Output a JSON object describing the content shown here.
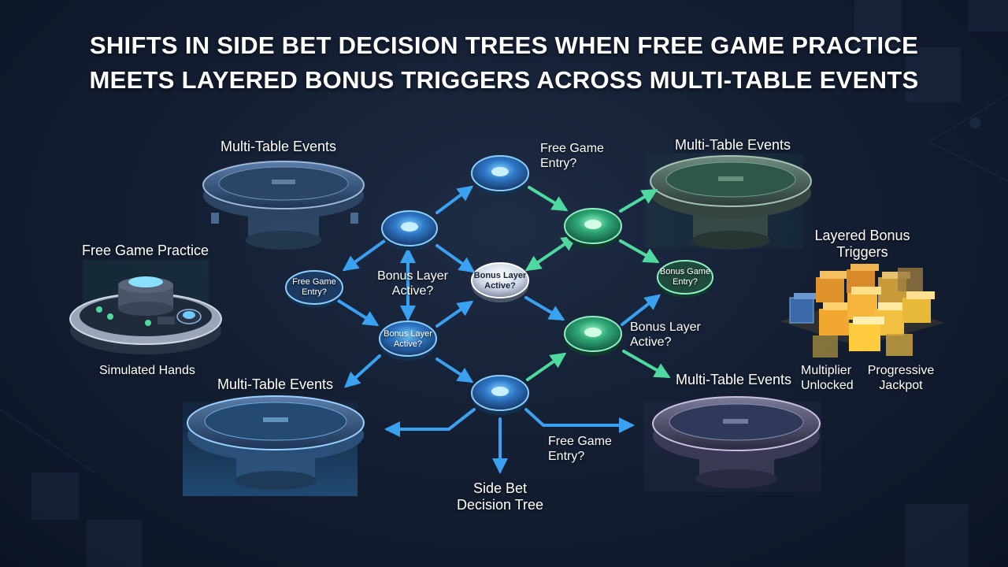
{
  "title": {
    "line1": "SHIFTS IN SIDE BET DECISION TREES WHEN FREE GAME PRACTICE",
    "line2": "MEETS LAYERED BONUS TRIGGERS ACROSS MULTI-TABLE EVENTS"
  },
  "labels": {
    "multi_table_top_left": "Multi-Table Events",
    "multi_table_top_right": "Multi-Table Events",
    "multi_table_bottom_left": "Multi-Table Events",
    "multi_table_bottom_right": "Multi-Table Events",
    "free_game_practice": "Free Game Practice",
    "simulated_hands": "Simulated Hands",
    "layered_bonus_triggers_line1": "Layered Bonus",
    "layered_bonus_triggers_line2": "Triggers",
    "multiplier_line1": "Multiplier",
    "multiplier_line2": "Unlocked",
    "progressive_line1": "Progressive",
    "progressive_line2": "Jackpot",
    "side_bet_line1": "Side Bet",
    "side_bet_line2": "Decision Tree",
    "free_game_entry_top_line1": "Free Game",
    "free_game_entry_top_line2": "Entry?",
    "free_game_entry_bottom_line1": "Free Game",
    "free_game_entry_bottom_line2": "Entry?",
    "bonus_layer_left_line1": "Bonus Layer",
    "bonus_layer_left_line2": "Active?",
    "bonus_layer_right_line1": "Bonus Layer",
    "bonus_layer_right_line2": "Active?",
    "node_free_game_left_line1": "Free Game",
    "node_free_game_left_line2": "Entry?",
    "node_bonus_mid_left_line1": "Bonus Layer",
    "node_bonus_mid_left_line2": "Active?",
    "node_bonus_center_line1": "Bonus Layer",
    "node_bonus_center_line2": "Active?",
    "node_bonus_right_line1": "Bonus Game",
    "node_bonus_right_line2": "Entry?"
  },
  "colors": {
    "blue_node": "#3d8fe0",
    "green_node": "#3fbf8a",
    "white_node": "#e8eef8",
    "blue_arrow": "#3aa0f0",
    "green_arrow": "#4fd9a0",
    "cube_gold": "#f2b233",
    "cube_blue": "#4a7fc0"
  }
}
